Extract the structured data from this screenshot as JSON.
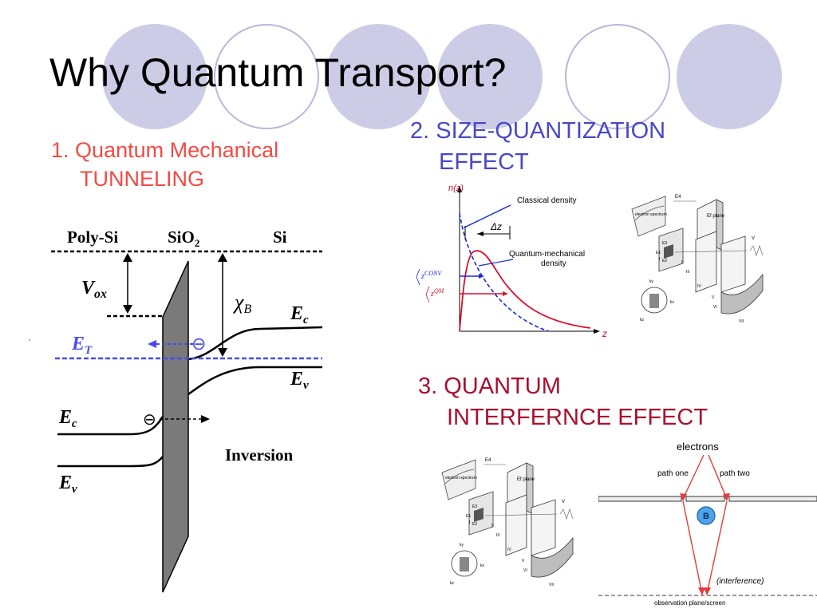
{
  "slide": {
    "title": "Why Quantum Transport?",
    "point1": {
      "number": "1.",
      "line1": "Quantum Mechanical",
      "line2": "TUNNELING"
    },
    "point2": {
      "number": "2.",
      "line1": "SIZE-QUANTIZATION",
      "line2": "EFFECT"
    },
    "point3": {
      "number": "3.",
      "line1": "QUANTUM",
      "line2": "INTERFERNCE EFFECT"
    },
    "stray_mark": ","
  },
  "colors": {
    "title": "#000000",
    "point1": "#f24b44",
    "point2": "#4848c8",
    "point3": "#a8102e",
    "circle_fill": "#cccce6",
    "circle_ring": "#b8b8dc"
  },
  "band_diagram": {
    "poly_si": "Poly-Si",
    "sio2": "SiO",
    "sio2_sub": "2",
    "si": "Si",
    "v": "V",
    "v_sub": "ox",
    "chi": "χ",
    "chi_sub": "B",
    "ec_right": "E",
    "ec_right_sub": "c",
    "ev_right": "E",
    "ev_right_sub": "v",
    "et": "E",
    "et_sub": "T",
    "ec_left": "E",
    "ec_left_sub": "c",
    "ev_left": "E",
    "ev_left_sub": "v",
    "inversion": "Inversion",
    "electron": "⊖"
  },
  "density_plot": {
    "y_axis": "n(z)",
    "x_axis": "z",
    "classical": "Classical density",
    "quantum_line1": "Quantum-mechanical",
    "quantum_line2": "density",
    "delta_z": "Δz",
    "z_conv": "z",
    "z_conv_sup": "CONV",
    "z_qm": "z",
    "z_qm_sup": "QM"
  },
  "band_structure": {
    "electron_spectrum": "electron spectrum",
    "e4": "E4",
    "ef_plane": "Ef plane",
    "e3": "E3",
    "e2": "E2",
    "e1": "E1",
    "v_out": "V",
    "roman": [
      "I",
      "II",
      "III",
      "IV",
      "V",
      "VI",
      "VII"
    ],
    "ky": "ky",
    "kx": "kx",
    "kz": "kz"
  },
  "interference": {
    "electrons": "electrons",
    "path_one": "path one",
    "path_two": "path two",
    "b": "B",
    "interference": "(interference)",
    "screen": "observation plane/screen"
  }
}
